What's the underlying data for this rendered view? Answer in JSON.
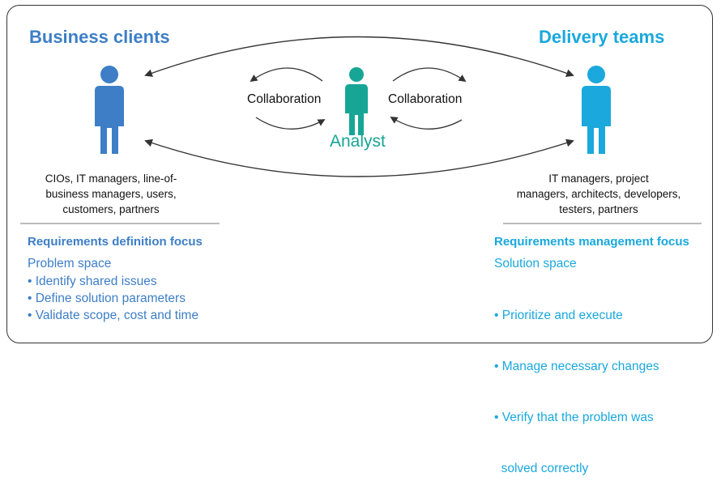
{
  "left": {
    "title": "Business clients",
    "roles_lines": [
      "CIOs, IT managers, line-of-",
      "business managers, users,",
      "customers, partners"
    ],
    "focus_title": "Requirements definition focus",
    "space": "Problem space",
    "bullets": [
      "• Identify shared issues",
      "• Define solution parameters",
      "• Validate scope, cost and time"
    ]
  },
  "center": {
    "label": "Analyst",
    "collab_left": "Collaboration",
    "collab_right": "Collaboration"
  },
  "right": {
    "title": "Delivery teams",
    "roles_lines": [
      "IT managers, project",
      "managers, architects, developers,",
      "testers, partners"
    ],
    "focus_title": "Requirements management focus",
    "space": "Solution space",
    "bullets": [
      "• Prioritize and execute",
      "• Manage necessary changes",
      "• Verify that the problem was",
      "  solved correctly"
    ]
  },
  "colors": {
    "business": "#3d7ec6",
    "delivery": "#1aa8dd",
    "analyst": "#17a596",
    "arrows": "#333333"
  },
  "icons": [
    "business-person-icon",
    "analyst-person-icon",
    "delivery-person-icon",
    "arrow-icon"
  ]
}
